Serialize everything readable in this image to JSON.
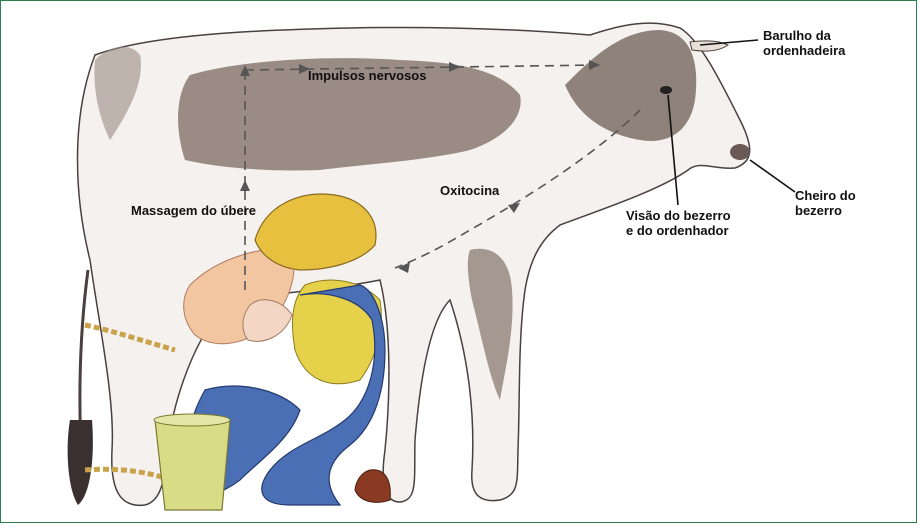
{
  "labels": {
    "impulsos": "Impulsos nervosos",
    "oxitocina": "Oxitocina",
    "massagem": "Massagem do úbere",
    "barulho_line1": "Barulho da",
    "barulho_line2": "ordenhadeira",
    "visao_line1": "Visão do bezerro",
    "visao_line2": "e do ordenhador",
    "cheiro_line1": "Cheiro do",
    "cheiro_line2": "bezerro"
  },
  "colors": {
    "frame": "#2e7d4f",
    "cow_body": "#f4f1ee",
    "cow_spots": "#8a7a72",
    "cow_outline": "#4a4040",
    "udder": "#f2c6a0",
    "hat": "#e8c040",
    "overalls": "#4a6fb5",
    "shirt": "#e6d24a",
    "skin": "#f3d6c4",
    "rope": "#c9a24a",
    "bucket": "#d8dc86",
    "arrow": "#555555"
  },
  "icons": [
    "cow-illustration",
    "milker-boy-illustration",
    "bucket-illustration"
  ]
}
